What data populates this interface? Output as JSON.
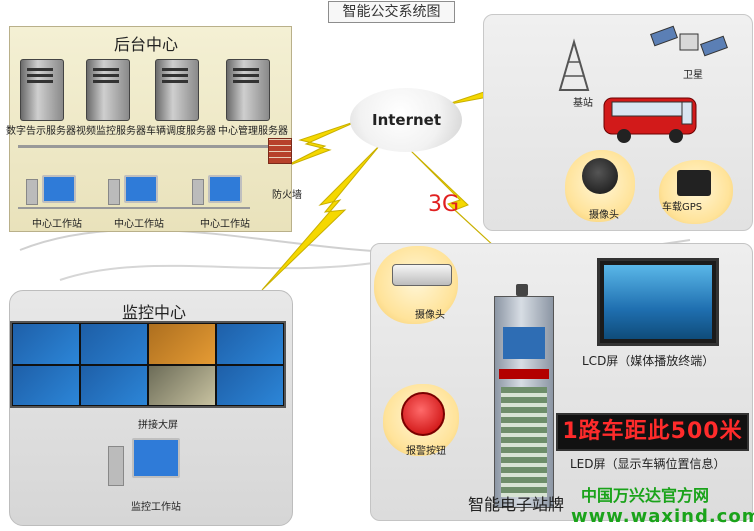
{
  "title": "智能公交系统图",
  "internet_label": "Internet",
  "network_3g_label": "3G",
  "backend": {
    "title": "后台中心",
    "servers": [
      "数字告示服务器",
      "视频监控服务器",
      "车辆调度服务器",
      "中心管理服务器"
    ],
    "workstations": [
      "中心工作站",
      "中心工作站",
      "中心工作站"
    ],
    "firewall": "防火墙"
  },
  "vehicle": {
    "base_station": "基站",
    "satellite": "卫星",
    "camera": "摄像头",
    "gps": "车载GPS"
  },
  "monitor": {
    "title": "监控中心",
    "video_wall": "拼接大屏",
    "workstation": "监控工作站"
  },
  "station": {
    "camera": "摄像头",
    "alarm_button": "报警按钮",
    "lcd_label": "LCD屏（媒体播放终端）",
    "led_sign_text": "1路车距此500米",
    "led_label": "LED屏（显示车辆位置信息）",
    "station_label": "智能电子站牌"
  },
  "watermark": {
    "line1": "中国万兴达官方网",
    "line2": "www.waxind.com"
  },
  "colors": {
    "lightning": "#f5d800",
    "red_arrow": "#e02020",
    "yellow_arrow": "#f0e000",
    "bus_red": "#d21a1a",
    "watermark_green": "#1aa31a"
  }
}
